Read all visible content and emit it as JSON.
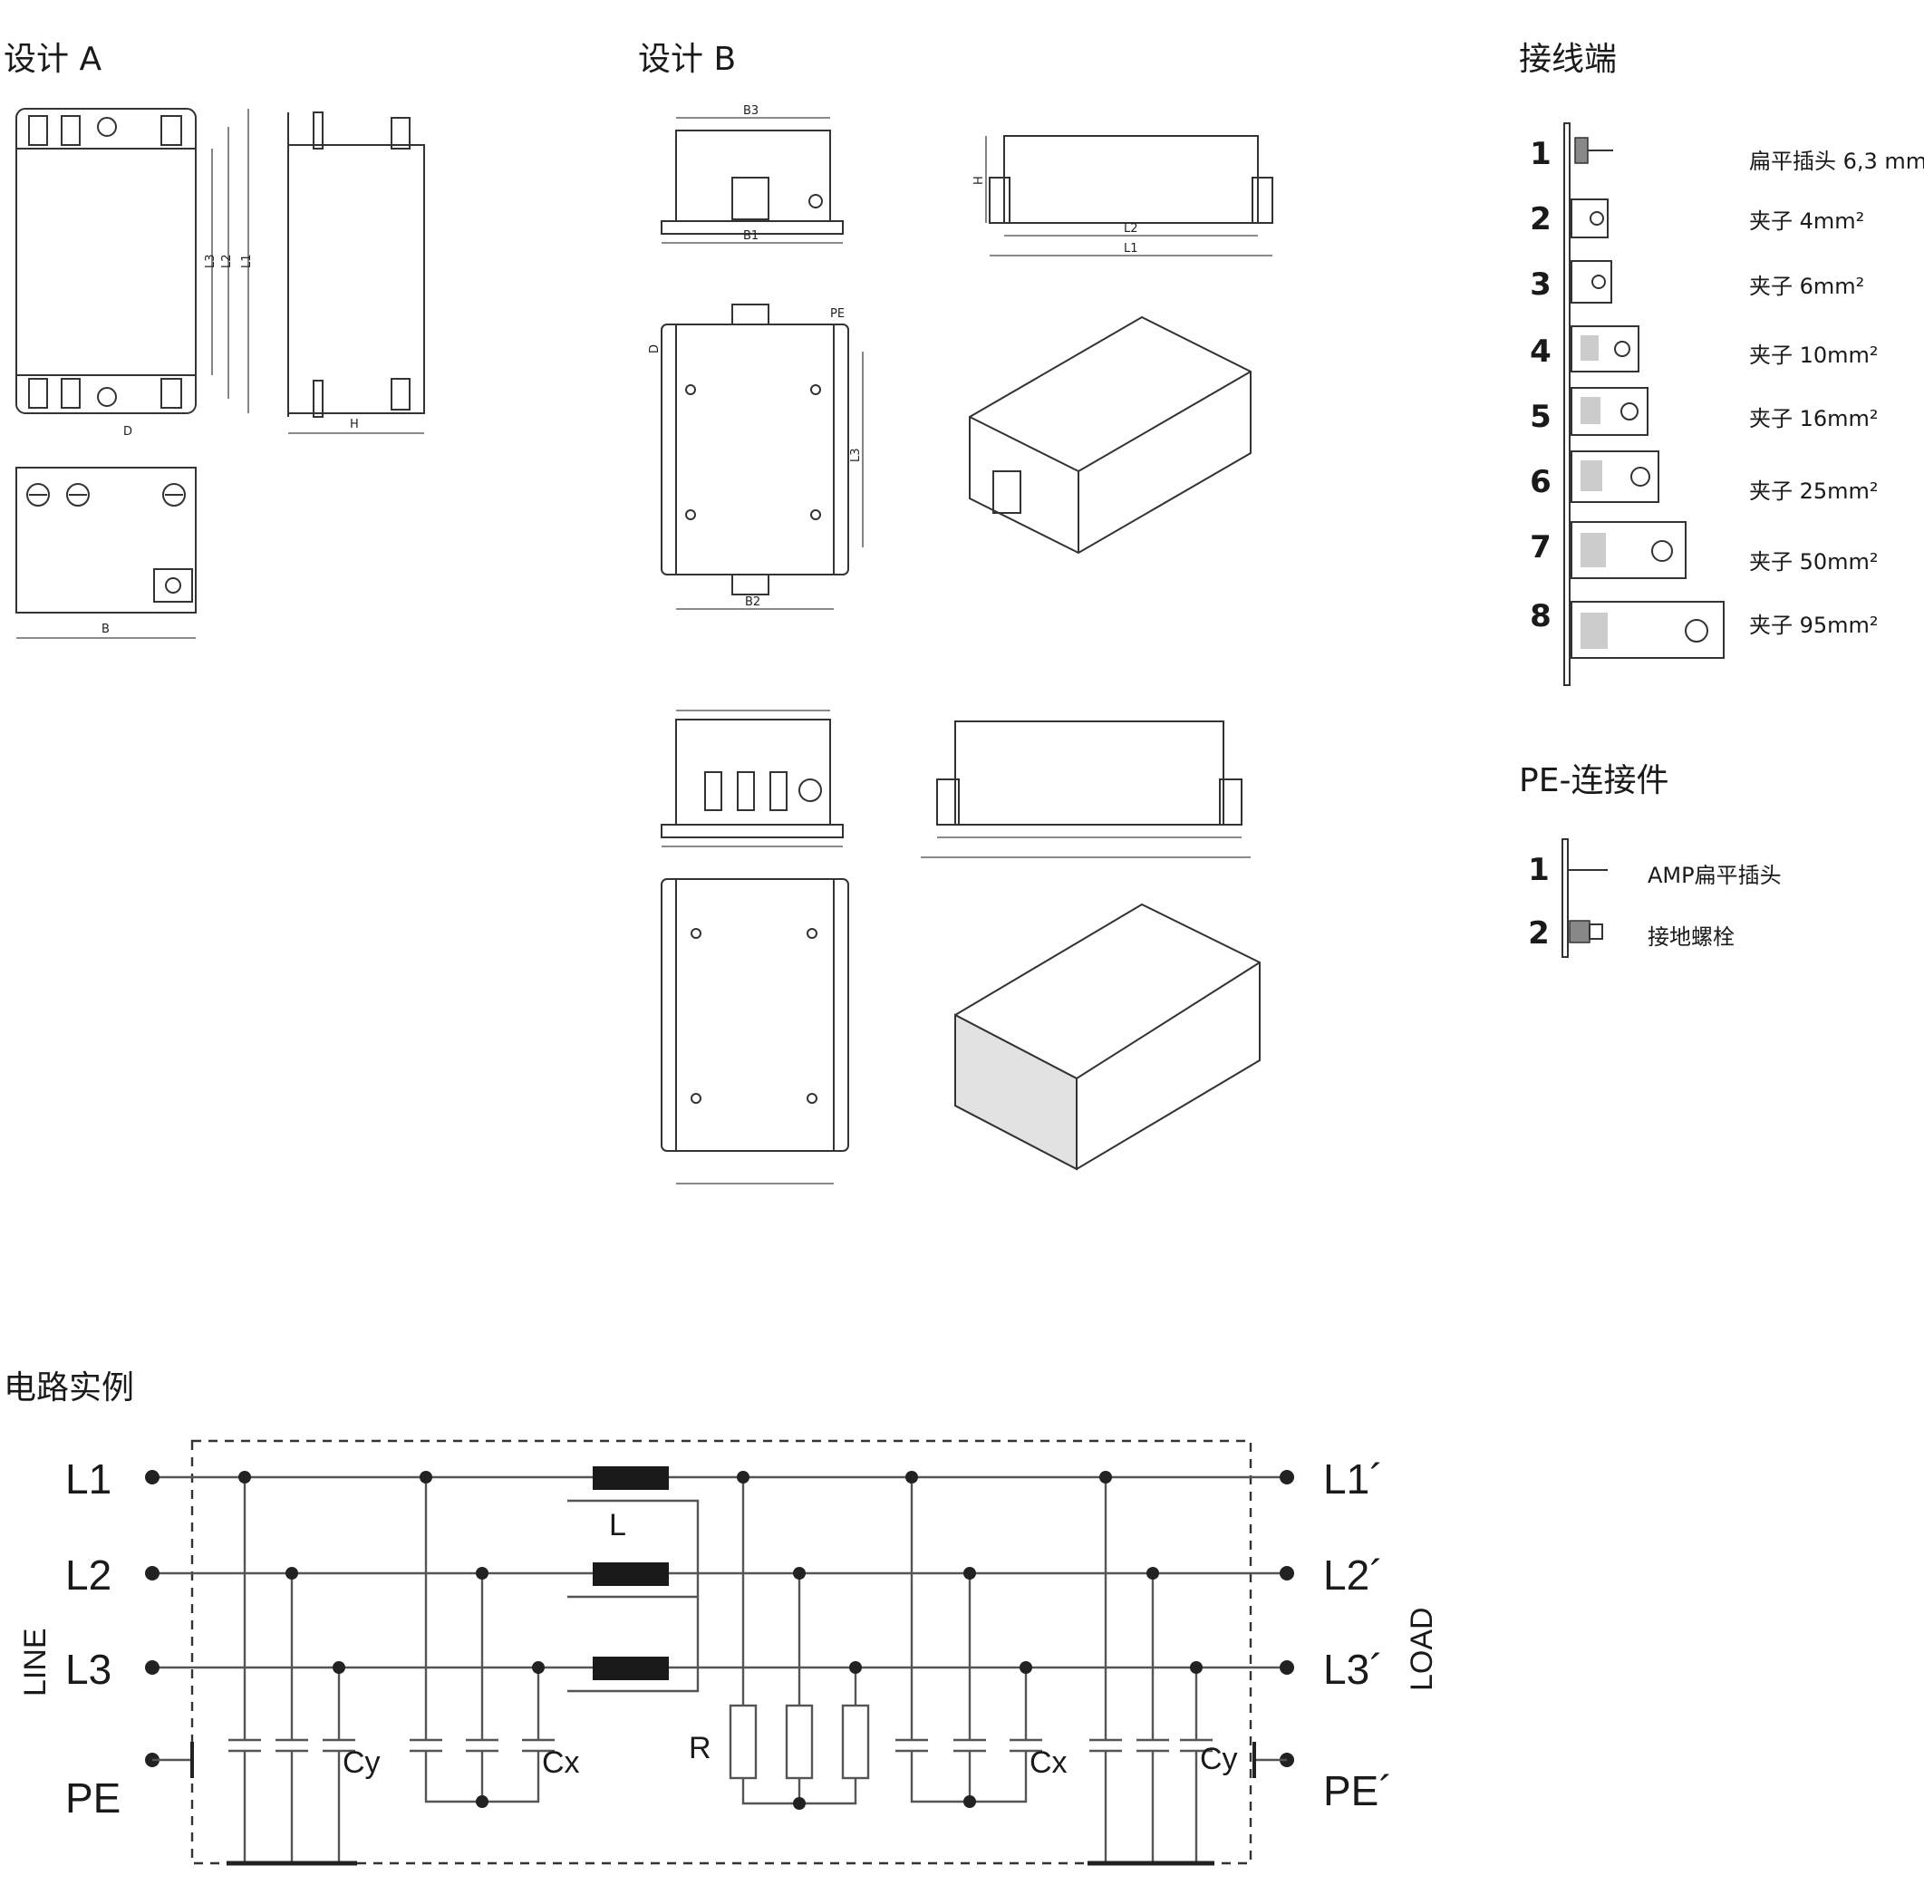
{
  "headings": {
    "design_a": "设计 A",
    "design_b": "设计 B",
    "terminals": "接线端",
    "pe_connectors": "PE-连接件",
    "circuit": "电路实例"
  },
  "design_a_dims": {
    "l3": "L3",
    "l2": "L2",
    "l1": "L1",
    "d": "D",
    "h": "H",
    "b": "B"
  },
  "design_b_dims": {
    "b3": "B3",
    "b1": "B1",
    "b2": "B2",
    "h": "H",
    "l2": "L2",
    "l1": "L1",
    "l3": "L3",
    "d": "D",
    "pe": "PE"
  },
  "terminals": [
    {
      "num": "1",
      "label": "扁平插头 6,3 mm"
    },
    {
      "num": "2",
      "label": "夹子 4mm²"
    },
    {
      "num": "3",
      "label": "夹子 6mm²"
    },
    {
      "num": "4",
      "label": "夹子 10mm²"
    },
    {
      "num": "5",
      "label": "夹子 16mm²"
    },
    {
      "num": "6",
      "label": "夹子 25mm²"
    },
    {
      "num": "7",
      "label": "夹子 50mm²"
    },
    {
      "num": "8",
      "label": "夹子 95mm²"
    }
  ],
  "pe_connectors": [
    {
      "num": "1",
      "label": "AMP扁平插头"
    },
    {
      "num": "2",
      "label": "接地螺栓"
    }
  ],
  "circuit": {
    "line_labels": [
      "L1",
      "L2",
      "L3",
      "PE"
    ],
    "load_labels": [
      "L1´",
      "L2´",
      "L3´",
      "PE´"
    ],
    "side_line": "LINE",
    "side_load": "LOAD",
    "inductor": "L",
    "resistor": "R",
    "cy_left": "Cy",
    "cx_left": "Cx",
    "cx_right": "Cx",
    "cy_right": "Cy"
  }
}
